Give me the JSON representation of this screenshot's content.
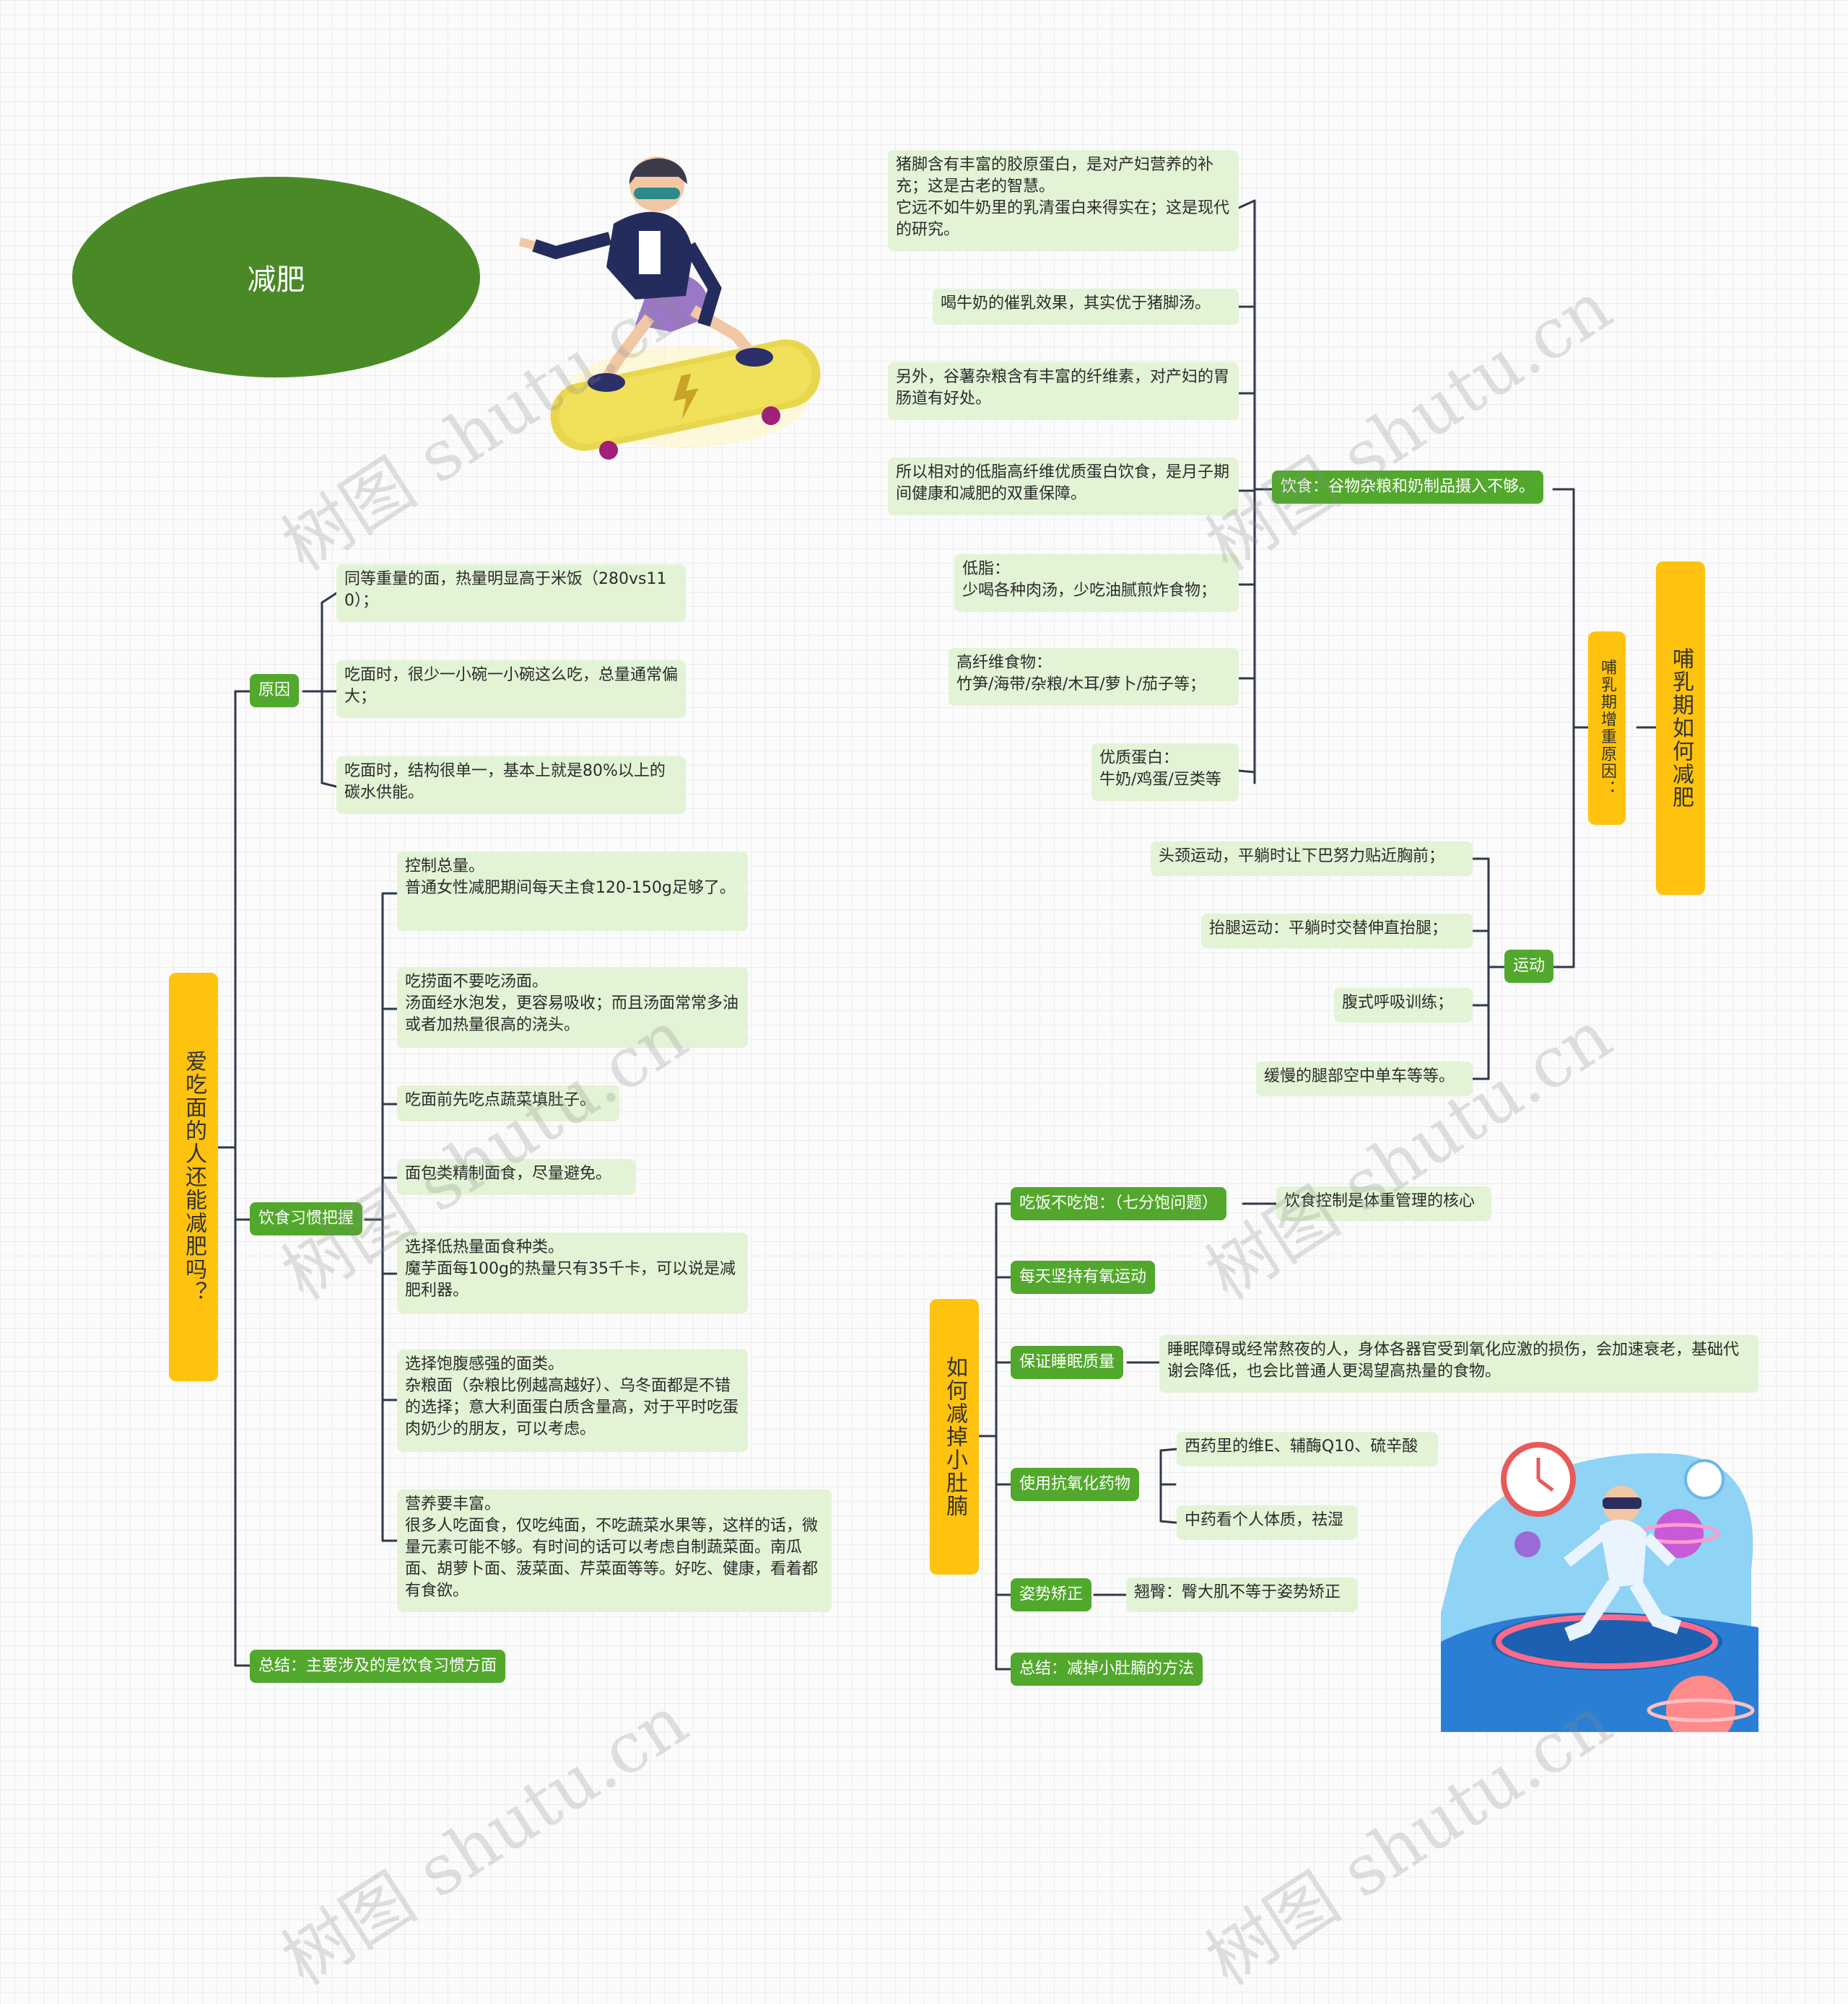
{
  "title": "减肥",
  "watermark": "树图 shutu.cn",
  "colors": {
    "title_bg": "#4a8a26",
    "topic_bg": "#ffc20e",
    "node_bg": "#52a82c",
    "leaf_bg": "#e3f3d6",
    "line": "#2e3a4a"
  },
  "left": {
    "topic": "爱吃面的人还能减肥吗？",
    "reason": {
      "label": "原因",
      "items": [
        "同等重量的面，热量明显高于米饭（280vs110）；",
        "吃面时，很少一小碗一小碗这么吃，总量通常偏大；",
        "吃面时，结构很单一，基本上就是80%以上的碳水供能。"
      ]
    },
    "habit": {
      "label": "饮食习惯把握",
      "items": [
        "控制总量。\n普通女性减肥期间每天主食120-150g足够了。",
        "吃捞面不要吃汤面。\n汤面经水泡发，更容易吸收；而且汤面常常多油或者加热量很高的浇头。",
        "吃面前先吃点蔬菜填肚子。",
        "面包类精制面食，尽量避免。",
        "选择低热量面食种类。\n魔芋面每100g的热量只有35千卡，可以说是减肥利器。",
        "选择饱腹感强的面类。\n杂粮面（杂粮比例越高越好）、乌冬面都是不错的选择；意大利面蛋白质含量高，对于平时吃蛋肉奶少的朋友，可以考虑。",
        "营养要丰富。\n很多人吃面食，仅吃纯面，不吃蔬菜水果等，这样的话，微量元素可能不够。有时间的话可以考虑自制蔬菜面。南瓜面、胡萝卜面、菠菜面、芹菜面等等。好吃、健康，看着都有食欲。"
      ]
    },
    "summary": "总结：主要涉及的是饮食习惯方面"
  },
  "right_top": {
    "topic": "哺乳期如何减肥",
    "sub_topic": "哺乳期增重原因：",
    "diet": {
      "label": "饮食：谷物杂粮和奶制品摄入不够。",
      "items": [
        "猪脚含有丰富的胶原蛋白，是对产妇营养的补充；这是古老的智慧。\n它远不如牛奶里的乳清蛋白来得实在；这是现代的研究。",
        "喝牛奶的催乳效果，其实优于猪脚汤。",
        "另外，谷薯杂粮含有丰富的纤维素，对产妇的胃肠道有好处。",
        "所以相对的低脂高纤维优质蛋白饮食，是月子期间健康和减肥的双重保障。",
        "低脂：\n少喝各种肉汤，少吃油腻煎炸食物；",
        "高纤维食物：\n竹笋/海带/杂粮/木耳/萝卜/茄子等；",
        "优质蛋白：\n牛奶/鸡蛋/豆类等"
      ]
    },
    "exercise": {
      "label": "运动",
      "items": [
        "头颈运动，平躺时让下巴努力贴近胸前；",
        "抬腿运动：平躺时交替伸直抬腿；",
        "腹式呼吸训练；",
        "缓慢的腿部空中单车等等。"
      ]
    }
  },
  "right_bottom": {
    "topic": "如何减掉小肚腩",
    "nodes": [
      {
        "label": "吃饭不吃饱：（七分饱问题）",
        "detail": [
          "饮食控制是体重管理的核心"
        ]
      },
      {
        "label": "每天坚持有氧运动",
        "detail": []
      },
      {
        "label": "保证睡眠质量",
        "detail": [
          "睡眠障碍或经常熬夜的人，身体各器官受到氧化应激的损伤，会加速衰老，基础代谢会降低，也会比普通人更渴望高热量的食物。"
        ]
      },
      {
        "label": "使用抗氧化药物",
        "detail": [
          "西药里的维E、辅酶Q10、硫辛酸",
          "中药看个人体质，祛湿"
        ]
      },
      {
        "label": "姿势矫正",
        "detail": [
          "翘臀：臀大肌不等于姿势矫正"
        ]
      },
      {
        "label": "总结：减掉小肚腩的方法",
        "detail": []
      }
    ]
  }
}
